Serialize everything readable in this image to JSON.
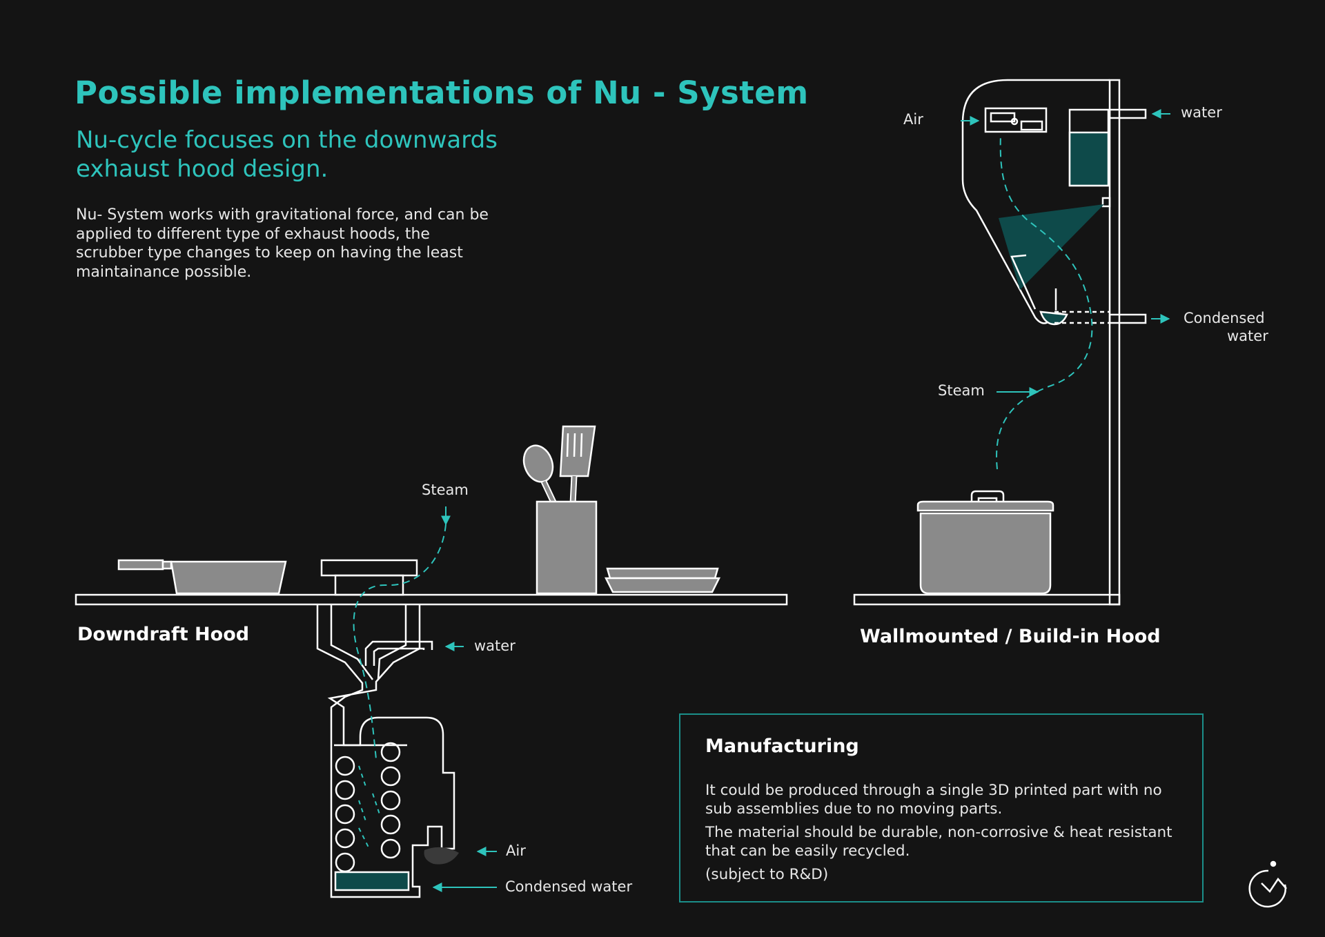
{
  "title": "Possible implementations of Nu - System",
  "subtitle": "Nu-cycle focuses on the downwards exhaust hood design.",
  "description": "Nu- System works with gravitational force, and can be applied to different type of exhaust hoods, the scrubber type changes to keep on having the least maintainance possible.",
  "downdraft": {
    "name": "Downdraft Hood",
    "labels": {
      "steam": "Steam",
      "water": "water",
      "air": "Air",
      "condensed": "Condensed water"
    }
  },
  "wallmounted": {
    "name": "Wallmounted / Build-in Hood",
    "labels": {
      "air": "Air",
      "water": "water",
      "condensed_1": "Condensed",
      "condensed_2": "water",
      "steam": "Steam"
    }
  },
  "manufacturing": {
    "title": "Manufacturing",
    "p1": "It could be produced through a single 3D printed part with no sub assemblies due to no moving parts.",
    "p2": "The material should be durable, non-corrosive & heat resistant that can be easily recycled.",
    "p3": "(subject to R&D)"
  },
  "colors": {
    "accent": "#2ec4bc",
    "background": "#141414",
    "water_fill": "#0e4a4a",
    "object_fill": "#8a8a8a"
  },
  "icons": [
    "nu-logo-icon"
  ]
}
